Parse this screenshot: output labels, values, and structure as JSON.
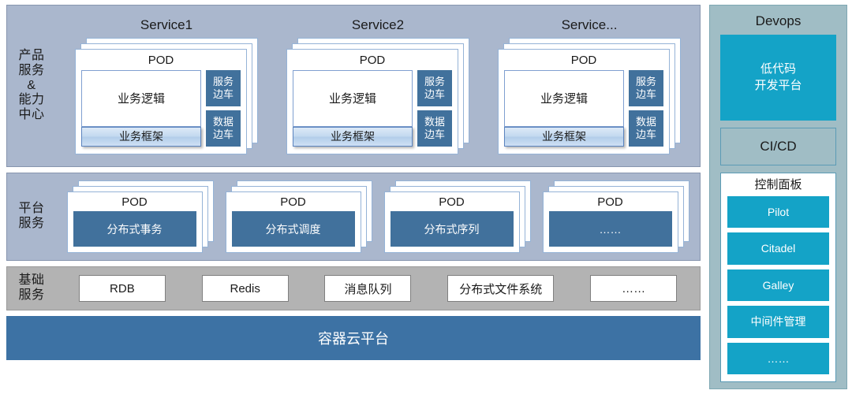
{
  "rows": {
    "services": {
      "label_lines": [
        "产品",
        "服务",
        "&",
        "能力",
        "中心"
      ],
      "columns": [
        {
          "title": "Service1",
          "pod_title": "POD",
          "logic": "业务逻辑",
          "framework": "业务框架",
          "sidecars": [
            {
              "line1": "服务",
              "line2": "边车"
            },
            {
              "line1": "数据",
              "line2": "边车"
            }
          ]
        },
        {
          "title": "Service2",
          "pod_title": "POD",
          "logic": "业务逻辑",
          "framework": "业务框架",
          "sidecars": [
            {
              "line1": "服务",
              "line2": "边车"
            },
            {
              "line1": "数据",
              "line2": "边车"
            }
          ]
        },
        {
          "title": "Service...",
          "pod_title": "POD",
          "logic": "业务逻辑",
          "framework": "业务框架",
          "sidecars": [
            {
              "line1": "服务",
              "line2": "边车"
            },
            {
              "line1": "数据",
              "line2": "边车"
            }
          ]
        }
      ]
    },
    "platform": {
      "label_lines": [
        "平台",
        "服务"
      ],
      "pods": [
        {
          "pod_title": "POD",
          "service": "分布式事务"
        },
        {
          "pod_title": "POD",
          "service": "分布式调度"
        },
        {
          "pod_title": "POD",
          "service": "分布式序列"
        },
        {
          "pod_title": "POD",
          "service": "……"
        }
      ]
    },
    "infra": {
      "label_lines": [
        "基础",
        "服务"
      ],
      "items": [
        "RDB",
        "Redis",
        "消息队列",
        "分布式文件系统",
        "……"
      ]
    },
    "cloud": {
      "label": "容器云平台"
    }
  },
  "devops": {
    "title": "Devops",
    "lowcode": {
      "line1": "低代码",
      "line2": "开发平台"
    },
    "cicd": "CI/CD",
    "control_panel": {
      "title": "控制面板",
      "items": [
        "Pilot",
        "Citadel",
        "Galley",
        "中间件管理",
        "……"
      ]
    }
  },
  "colors": {
    "band_blue": "#aab7cd",
    "band_gray": "#b3b3b3",
    "pod_fill": "#41719c",
    "sidecar": "#41719c",
    "cloud_bar": "#3d72a4",
    "devops_bg": "#a0bdc5",
    "accent_cyan": "#14a3c7",
    "card_border": "#95b3d7"
  }
}
